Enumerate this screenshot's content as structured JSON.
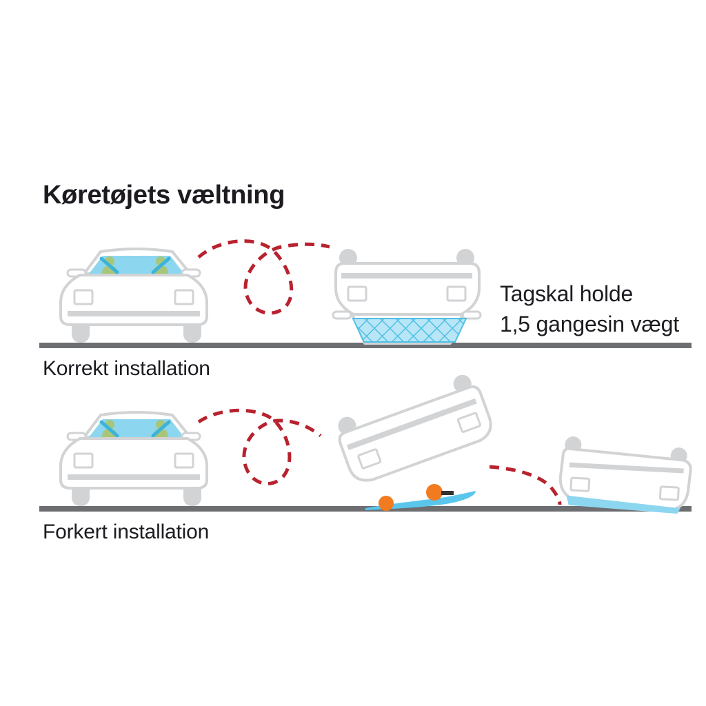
{
  "title": "Køretøjets væltning",
  "scenarios": [
    {
      "id": "correct",
      "caption": "Korrekt installation",
      "note_lines": [
        "Tagskal holde",
        "1,5 gangesin vægt"
      ]
    },
    {
      "id": "incorrect",
      "caption": "Forkert installation"
    }
  ],
  "colors": {
    "car_outline": "#d2d3d5",
    "car_fill": "#ffffff",
    "windshield": "#8dd6ef",
    "occupant": "#a8c67a",
    "seatbelt": "#3cb3d9",
    "trajectory": "#b8222f",
    "ground": "#6d6e71",
    "roof_rack_mesh": "#4fc0e6",
    "luggage": "#f27b21",
    "text": "#1d1a20"
  }
}
